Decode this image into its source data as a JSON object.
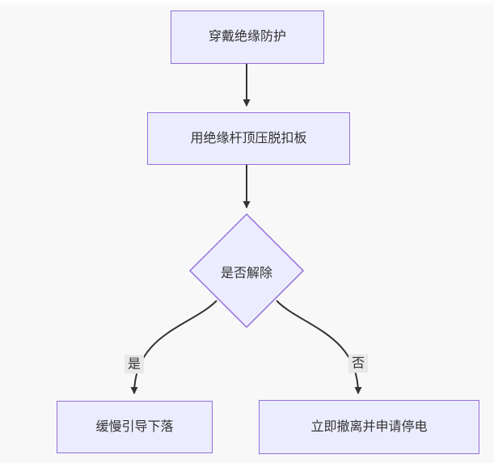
{
  "diagram": {
    "type": "flowchart",
    "direction": "top-down",
    "nodes": {
      "step1": {
        "label": "穿戴绝缘防护",
        "shape": "rect"
      },
      "step2": {
        "label": "用绝缘杆顶压脱扣板",
        "shape": "rect"
      },
      "decision": {
        "label": "是否解除",
        "shape": "diamond"
      },
      "yes_result": {
        "label": "缓慢引导下落",
        "shape": "rect"
      },
      "no_result": {
        "label": "立即撤离并申请停电",
        "shape": "rect"
      }
    },
    "edges": [
      {
        "from": "step1",
        "to": "step2",
        "label": ""
      },
      {
        "from": "step2",
        "to": "decision",
        "label": ""
      },
      {
        "from": "decision",
        "to": "yes_result",
        "label": "是"
      },
      {
        "from": "decision",
        "to": "no_result",
        "label": "否"
      }
    ],
    "edge_labels": {
      "yes": "是",
      "no": "否"
    },
    "colors": {
      "node_fill": "#ECECFF",
      "node_border": "#9370DB",
      "edge_line": "#333333",
      "edge_label_bg": "#e8e8e8",
      "text": "#333333",
      "background": "#f8f8f8"
    }
  }
}
